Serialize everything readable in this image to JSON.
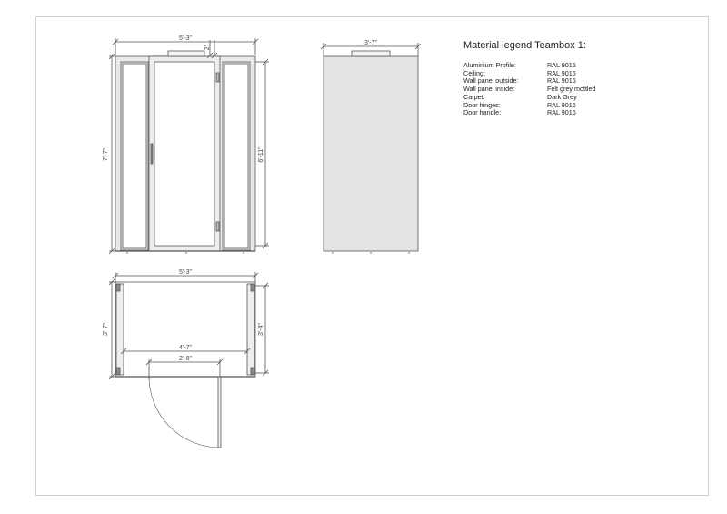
{
  "elevation": {
    "width_label": "5'-3\"",
    "height_label": "7'-7\"",
    "door_height_label": "6'-11\"",
    "top_small_label": "2\""
  },
  "side_view": {
    "width_label": "3'-7\""
  },
  "plan": {
    "width_label": "5'-3\"",
    "depth_label": "3'-7\"",
    "inner_depth_label": "3'-4\"",
    "inner_width_label": "4'-7\"",
    "door_width_label": "2'-8\""
  },
  "legend": {
    "title": "Material legend Teambox 1:",
    "rows": [
      {
        "key": "Aluminium Profile:",
        "value": "RAL 9016"
      },
      {
        "key": "Ceiling:",
        "value": "RAL 9016"
      },
      {
        "key": "Wall panel outside:",
        "value": "RAL 9016"
      },
      {
        "key": "Wall panel inside:",
        "value": "Felt grey mottled"
      },
      {
        "key": "Carpet:",
        "value": "Dark Grey"
      },
      {
        "key": "Door hinges:",
        "value": "RAL 9016"
      },
      {
        "key": "Door handle:",
        "value": "RAL 9016"
      }
    ]
  },
  "colors": {
    "line": "#555555",
    "frame_fill": "#e6e6e6",
    "panel_fill": "#e3e3e3",
    "sheet_border": "#cfcfcf"
  }
}
